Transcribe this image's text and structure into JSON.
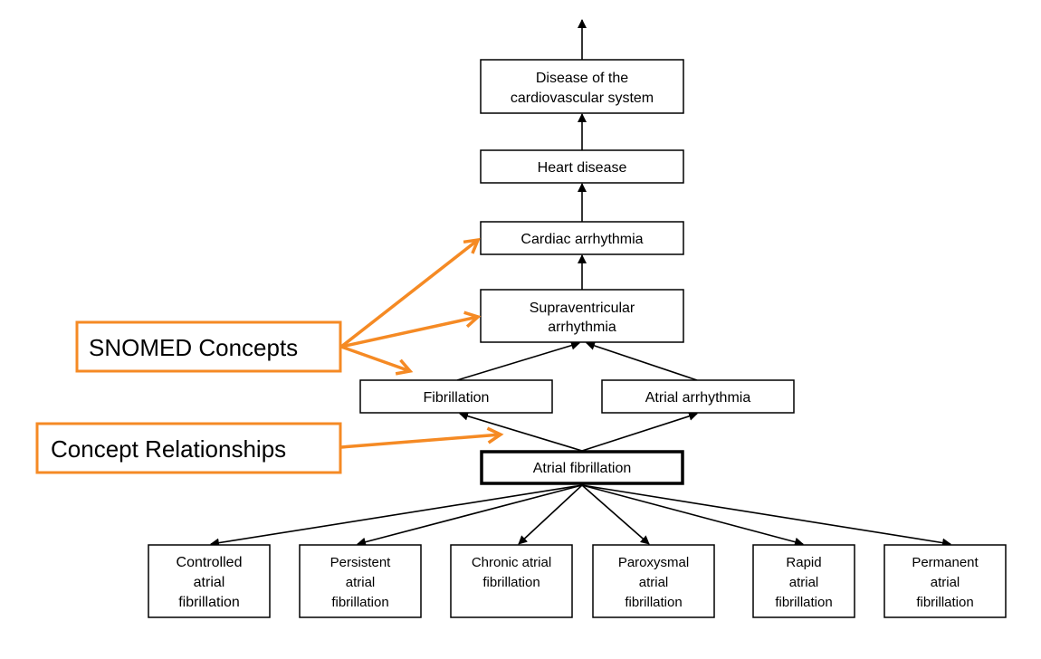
{
  "nodes": {
    "disease_cardio": [
      "Disease of the",
      "cardiovascular system"
    ],
    "heart_disease": [
      "Heart disease"
    ],
    "cardiac_arrhythmia": [
      "Cardiac arrhythmia"
    ],
    "supraventricular": [
      "Supraventricular",
      "arrhythmia"
    ],
    "fibrillation": [
      "Fibrillation"
    ],
    "atrial_arrhythmia": [
      "Atrial arrhythmia"
    ],
    "atrial_fibrillation": [
      "Atrial fibrillation"
    ],
    "children": [
      [
        "Controlled",
        "atrial",
        "fibrillation"
      ],
      [
        "Persistent",
        "atrial",
        "fibrillation"
      ],
      [
        "Chronic atrial",
        "fibrillation"
      ],
      [
        "Paroxysmal",
        "atrial",
        "fibrillation"
      ],
      [
        "Rapid",
        "atrial",
        "fibrillation"
      ],
      [
        "Permanent",
        "atrial",
        "fibrillation"
      ]
    ]
  },
  "callouts": {
    "concepts": "SNOMED Concepts",
    "relationships": "Concept Relationships"
  },
  "colors": {
    "callout": "#f58a24",
    "node_border": "#000000"
  }
}
